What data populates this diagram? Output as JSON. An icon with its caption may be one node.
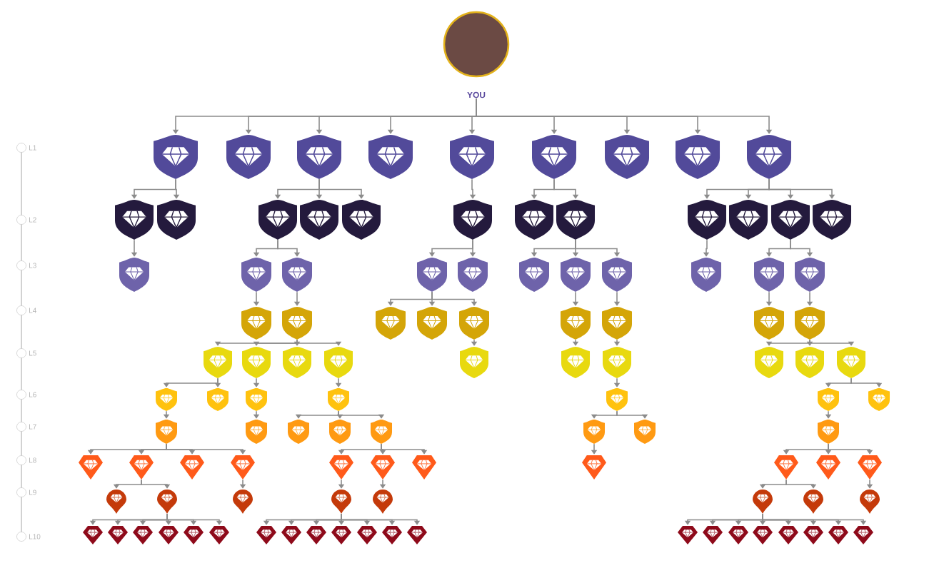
{
  "diagram": {
    "nodes": [
      {
        "text": [
          "YOU"
        ]
      },
      {
        "text": [],
        "shape": "shield"
      },
      {
        "text": [],
        "shape": "shield"
      },
      {
        "text": [],
        "shape": "shield"
      },
      {
        "text": [],
        "shape": "shield"
      },
      {
        "text": [],
        "shape": "shield"
      },
      {
        "text": [],
        "shape": "shield"
      },
      {
        "text": [],
        "shape": "shield"
      },
      {
        "text": [],
        "shape": "shield"
      },
      {
        "text": [],
        "shape": "shield"
      },
      {
        "text": [],
        "shape": "shield"
      },
      {
        "text": [],
        "shape": "shield"
      },
      {
        "text": [],
        "shape": "shield"
      },
      {
        "text": [],
        "shape": "shield"
      },
      {
        "text": [],
        "shape": "shield"
      },
      {
        "text": [],
        "shape": "shield"
      },
      {
        "text": [],
        "shape": "shield"
      },
      {
        "text": [],
        "shape": "shield"
      },
      {
        "text": [],
        "shape": "shield"
      },
      {
        "text": [],
        "shape": "shield"
      },
      {
        "text": [],
        "shape": "shield"
      },
      {
        "text": [],
        "shape": "shield"
      },
      {
        "text": [],
        "shape": "shield"
      },
      {
        "text": [],
        "shape": "shield"
      },
      {
        "text": [],
        "shape": "shield"
      },
      {
        "text": [],
        "shape": "shield"
      },
      {
        "text": [],
        "shape": "shield"
      },
      {
        "text": [],
        "shape": "shield"
      },
      {
        "text": [],
        "shape": "shield"
      },
      {
        "text": [],
        "shape": "shield"
      },
      {
        "text": [],
        "shape": "shield"
      },
      {
        "text": [],
        "shape": "shield"
      },
      {
        "text": [],
        "shape": "shield"
      },
      {
        "text": [],
        "shape": "shield"
      },
      {
        "text": [],
        "shape": "shield"
      },
      {
        "text": [],
        "shape": "shield"
      },
      {
        "text": [],
        "shape": "shield"
      },
      {
        "text": [],
        "shape": "shield"
      },
      {
        "text": [],
        "shape": "shield"
      },
      {
        "text": [],
        "shape": "shield"
      },
      {
        "text": [],
        "shape": "shield"
      },
      {
        "text": [],
        "shape": "shield"
      },
      {
        "text": [],
        "shape": "shield"
      },
      {
        "text": [],
        "shape": "shield"
      },
      {
        "text": [],
        "shape": "shield"
      },
      {
        "text": [],
        "shape": "shield"
      },
      {
        "text": [],
        "shape": "shield"
      },
      {
        "text": [],
        "shape": "shield"
      },
      {
        "text": [],
        "shape": "shield"
      },
      {
        "text": [],
        "shape": "shield"
      },
      {
        "text": [],
        "shape": "shield"
      },
      {
        "text": [],
        "shape": "shield"
      },
      {
        "text": [],
        "shape": "shield"
      },
      {
        "text": [],
        "shape": "shield"
      },
      {
        "text": [],
        "shape": "shield"
      },
      {
        "text": [],
        "shape": "shield"
      },
      {
        "text": [],
        "shape": "shield"
      },
      {
        "text": [],
        "shape": "shield"
      },
      {
        "text": [],
        "shape": "shield"
      },
      {
        "text": [],
        "shape": "shield"
      },
      {
        "text": [],
        "shape": "shield"
      },
      {
        "text": [],
        "shape": "shield"
      },
      {
        "text": [],
        "shape": "shield"
      },
      {
        "text": [],
        "shape": "shield"
      },
      {
        "text": [],
        "shape": "shield"
      },
      {
        "text": [],
        "shape": "shield"
      },
      {
        "text": [],
        "shape": "shield"
      },
      {
        "text": [],
        "shape": "pentagon"
      },
      {
        "text": [],
        "shape": "pentagon"
      },
      {
        "text": [],
        "shape": "pentagon"
      },
      {
        "text": [],
        "shape": "pentagon"
      },
      {
        "text": [],
        "shape": "pentagon"
      },
      {
        "text": [],
        "shape": "pentagon"
      },
      {
        "text": [],
        "shape": "pentagon"
      },
      {
        "text": [],
        "shape": "pentagon"
      },
      {
        "text": [],
        "shape": "pentagon"
      },
      {
        "text": [],
        "shape": "pentagon"
      },
      {
        "text": [],
        "shape": "pentagon"
      },
      {
        "text": [],
        "shape": "pin"
      },
      {
        "text": [],
        "shape": "pin"
      },
      {
        "text": [],
        "shape": "pin"
      },
      {
        "text": [],
        "shape": "pin"
      },
      {
        "text": [],
        "shape": "pin"
      },
      {
        "text": [],
        "shape": "pin"
      },
      {
        "text": [],
        "shape": "pin"
      },
      {
        "text": [],
        "shape": "pin"
      },
      {
        "text": [],
        "shape": "gem"
      },
      {
        "text": [],
        "shape": "gem"
      },
      {
        "text": [],
        "shape": "gem"
      },
      {
        "text": [],
        "shape": "gem"
      },
      {
        "text": [],
        "shape": "gem"
      },
      {
        "text": [],
        "shape": "gem"
      },
      {
        "text": [],
        "shape": "gem"
      },
      {
        "text": [],
        "shape": "gem"
      },
      {
        "text": [],
        "shape": "gem"
      },
      {
        "text": [],
        "shape": "gem"
      },
      {
        "text": [],
        "shape": "gem"
      },
      {
        "text": [],
        "shape": "gem"
      },
      {
        "text": [],
        "shape": "gem"
      },
      {
        "text": [],
        "shape": "gem"
      },
      {
        "text": [],
        "shape": "gem"
      },
      {
        "text": [],
        "shape": "gem"
      },
      {
        "text": [],
        "shape": "gem"
      },
      {
        "text": [],
        "shape": "gem"
      },
      {
        "text": [],
        "shape": "gem"
      },
      {
        "text": [],
        "shape": "gem"
      },
      {
        "text": [],
        "shape": "gem"
      }
    ],
    "edges": [
      {
        "from": 0,
        "to": 1,
        "arrow": "to"
      },
      {
        "from": 0,
        "to": 2,
        "arrow": "to"
      },
      {
        "from": 0,
        "to": 3,
        "arrow": "to"
      },
      {
        "from": 0,
        "to": 4,
        "arrow": "to"
      },
      {
        "from": 0,
        "to": 5,
        "arrow": "to"
      },
      {
        "from": 0,
        "to": 6,
        "arrow": "to"
      },
      {
        "from": 0,
        "to": 7,
        "arrow": "to"
      },
      {
        "from": 0,
        "to": 8,
        "arrow": "to"
      },
      {
        "from": 0,
        "to": 9,
        "arrow": "to"
      },
      {
        "from": 1,
        "to": 10,
        "arrow": "to"
      },
      {
        "from": 1,
        "to": 11,
        "arrow": "to"
      },
      {
        "from": 3,
        "to": 12,
        "arrow": "to"
      },
      {
        "from": 3,
        "to": 13,
        "arrow": "to"
      },
      {
        "from": 3,
        "to": 14,
        "arrow": "to"
      },
      {
        "from": 5,
        "to": 15,
        "arrow": "to"
      },
      {
        "from": 6,
        "to": 16,
        "arrow": "to"
      },
      {
        "from": 6,
        "to": 17,
        "arrow": "to"
      },
      {
        "from": 9,
        "to": 18,
        "arrow": "to"
      },
      {
        "from": 9,
        "to": 19,
        "arrow": "to"
      },
      {
        "from": 9,
        "to": 20,
        "arrow": "to"
      },
      {
        "from": 9,
        "to": 21,
        "arrow": "to"
      },
      {
        "from": 10,
        "to": 22,
        "arrow": "to"
      },
      {
        "from": 12,
        "to": 23,
        "arrow": "to"
      },
      {
        "from": 12,
        "to": 24,
        "arrow": "to"
      },
      {
        "from": 15,
        "to": 25,
        "arrow": "to"
      },
      {
        "from": 15,
        "to": 26,
        "arrow": "to"
      },
      {
        "from": 17,
        "to": 27,
        "arrow": "to"
      },
      {
        "from": 17,
        "to": 28,
        "arrow": "to"
      },
      {
        "from": 17,
        "to": 29,
        "arrow": "to"
      },
      {
        "from": 18,
        "to": 30,
        "arrow": "to"
      },
      {
        "from": 20,
        "to": 31,
        "arrow": "to"
      },
      {
        "from": 20,
        "to": 32,
        "arrow": "to"
      },
      {
        "from": 23,
        "to": 33,
        "arrow": "to"
      },
      {
        "from": 24,
        "to": 34,
        "arrow": "to"
      },
      {
        "from": 25,
        "to": 35,
        "arrow": "to"
      },
      {
        "from": 25,
        "to": 36,
        "arrow": "to"
      },
      {
        "from": 25,
        "to": 37,
        "arrow": "to"
      },
      {
        "from": 28,
        "to": 38,
        "arrow": "to"
      },
      {
        "from": 29,
        "to": 39,
        "arrow": "to"
      },
      {
        "from": 31,
        "to": 40,
        "arrow": "to"
      },
      {
        "from": 32,
        "to": 41,
        "arrow": "to"
      },
      {
        "from": 34,
        "to": 42,
        "arrow": "to"
      },
      {
        "from": 34,
        "to": 43,
        "arrow": "to"
      },
      {
        "from": 34,
        "to": 44,
        "arrow": "to"
      },
      {
        "from": 34,
        "to": 45,
        "arrow": "to"
      },
      {
        "from": 37,
        "to": 46,
        "arrow": "to"
      },
      {
        "from": 38,
        "to": 47,
        "arrow": "to"
      },
      {
        "from": 39,
        "to": 48,
        "arrow": "to"
      },
      {
        "from": 41,
        "to": 49,
        "arrow": "to"
      },
      {
        "from": 41,
        "to": 50,
        "arrow": "to"
      },
      {
        "from": 41,
        "to": 51,
        "arrow": "to"
      },
      {
        "from": 42,
        "to": 52,
        "arrow": "to"
      },
      {
        "from": 42,
        "to": 53,
        "arrow": "to"
      },
      {
        "from": 43,
        "to": 54,
        "arrow": "to"
      },
      {
        "from": 45,
        "to": 55,
        "arrow": "to"
      },
      {
        "from": 48,
        "to": 56,
        "arrow": "to"
      },
      {
        "from": 51,
        "to": 57,
        "arrow": "to"
      },
      {
        "from": 51,
        "to": 58,
        "arrow": "to"
      },
      {
        "from": 52,
        "to": 59,
        "arrow": "to"
      },
      {
        "from": 54,
        "to": 60,
        "arrow": "to"
      },
      {
        "from": 55,
        "to": 61,
        "arrow": "to"
      },
      {
        "from": 55,
        "to": 62,
        "arrow": "to"
      },
      {
        "from": 55,
        "to": 63,
        "arrow": "to"
      },
      {
        "from": 56,
        "to": 64,
        "arrow": "to"
      },
      {
        "from": 56,
        "to": 65,
        "arrow": "to"
      },
      {
        "from": 57,
        "to": 66,
        "arrow": "to"
      },
      {
        "from": 59,
        "to": 67,
        "arrow": "to"
      },
      {
        "from": 59,
        "to": 68,
        "arrow": "to"
      },
      {
        "from": 59,
        "to": 69,
        "arrow": "to"
      },
      {
        "from": 59,
        "to": 70,
        "arrow": "to"
      },
      {
        "from": 63,
        "to": 71,
        "arrow": "to"
      },
      {
        "from": 63,
        "to": 72,
        "arrow": "to"
      },
      {
        "from": 63,
        "to": 73,
        "arrow": "to"
      },
      {
        "from": 64,
        "to": 74,
        "arrow": "to"
      },
      {
        "from": 66,
        "to": 75,
        "arrow": "to"
      },
      {
        "from": 66,
        "to": 76,
        "arrow": "to"
      },
      {
        "from": 66,
        "to": 77,
        "arrow": "to"
      },
      {
        "from": 68,
        "to": 78,
        "arrow": "to"
      },
      {
        "from": 68,
        "to": 79,
        "arrow": "to"
      },
      {
        "from": 70,
        "to": 80,
        "arrow": "to"
      },
      {
        "from": 71,
        "to": 81,
        "arrow": "to"
      },
      {
        "from": 72,
        "to": 82,
        "arrow": "to"
      },
      {
        "from": 75,
        "to": 83,
        "arrow": "to"
      },
      {
        "from": 75,
        "to": 84,
        "arrow": "to"
      },
      {
        "from": 77,
        "to": 85,
        "arrow": "to"
      },
      {
        "from": 79,
        "to": 86,
        "arrow": "to"
      },
      {
        "from": 79,
        "to": 87,
        "arrow": "to"
      },
      {
        "from": 79,
        "to": 88,
        "arrow": "to"
      },
      {
        "from": 79,
        "to": 89,
        "arrow": "to"
      },
      {
        "from": 79,
        "to": 90,
        "arrow": "to"
      },
      {
        "from": 79,
        "to": 91,
        "arrow": "to"
      },
      {
        "from": 81,
        "to": 92,
        "arrow": "to"
      },
      {
        "from": 81,
        "to": 93,
        "arrow": "to"
      },
      {
        "from": 81,
        "to": 94,
        "arrow": "to"
      },
      {
        "from": 81,
        "to": 95,
        "arrow": "to"
      },
      {
        "from": 81,
        "to": 96,
        "arrow": "to"
      },
      {
        "from": 81,
        "to": 97,
        "arrow": "to"
      },
      {
        "from": 81,
        "to": 98,
        "arrow": "to"
      },
      {
        "from": 83,
        "to": 99,
        "arrow": "to"
      },
      {
        "from": 83,
        "to": 100,
        "arrow": "to"
      },
      {
        "from": 83,
        "to": 101,
        "arrow": "to"
      },
      {
        "from": 83,
        "to": 102,
        "arrow": "to"
      },
      {
        "from": 83,
        "to": 103,
        "arrow": "to"
      },
      {
        "from": 83,
        "to": 104,
        "arrow": "to"
      },
      {
        "from": 83,
        "to": 105,
        "arrow": "to"
      },
      {
        "from": 83,
        "to": 106,
        "arrow": "to"
      }
    ],
    "labels": [
      "L1",
      "L2",
      "L3",
      "L4",
      "L5",
      "L6",
      "L7",
      "L8",
      "L9",
      "L10"
    ]
  }
}
